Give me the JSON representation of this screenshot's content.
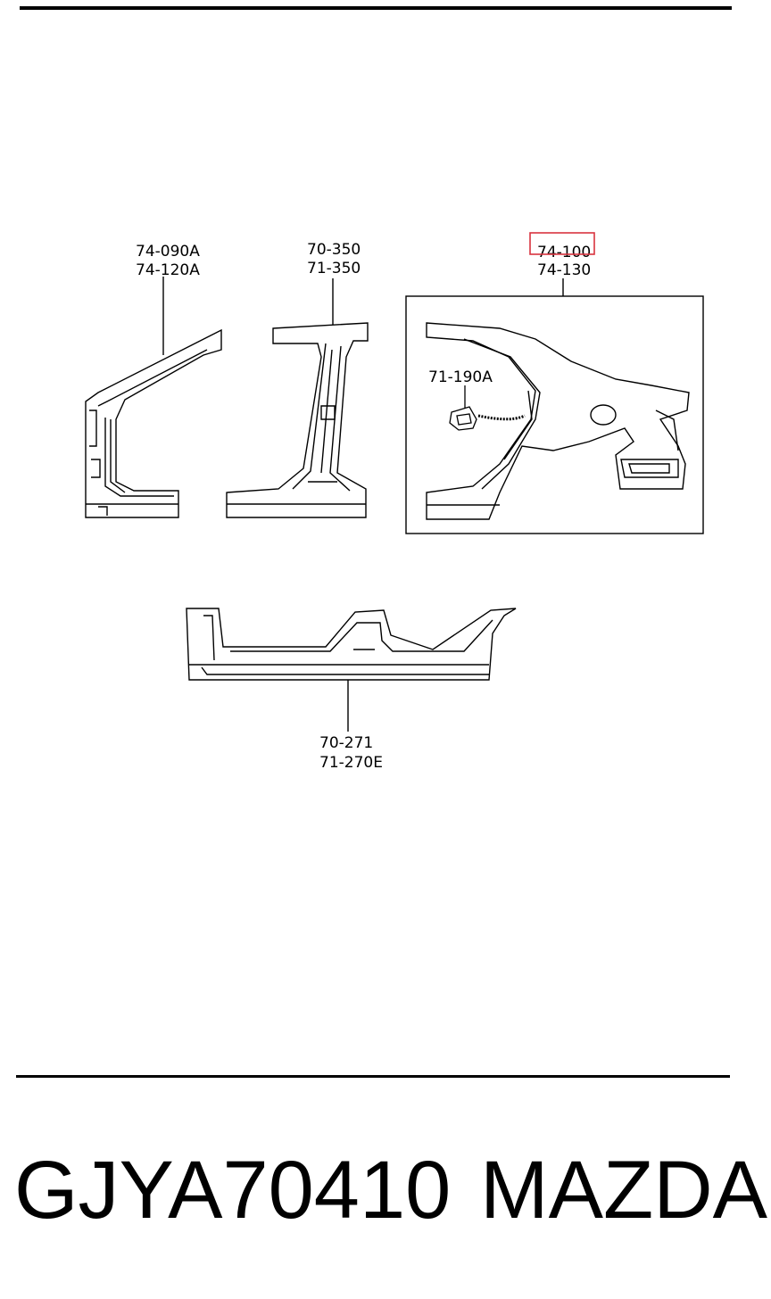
{
  "labels": {
    "a_pillar": [
      "74-090A",
      "74-120A"
    ],
    "b_pillar": [
      "70-350",
      "71-350"
    ],
    "quarter_panel": [
      "74-100",
      "74-130"
    ],
    "fuel_lid": "71-190A",
    "sill": [
      "70-271",
      "71-270E"
    ]
  },
  "highlight": {
    "part": "74-100",
    "color": "#d9333f"
  },
  "footer": {
    "part_number": "GJYA70410",
    "brand": "MAZDA"
  }
}
